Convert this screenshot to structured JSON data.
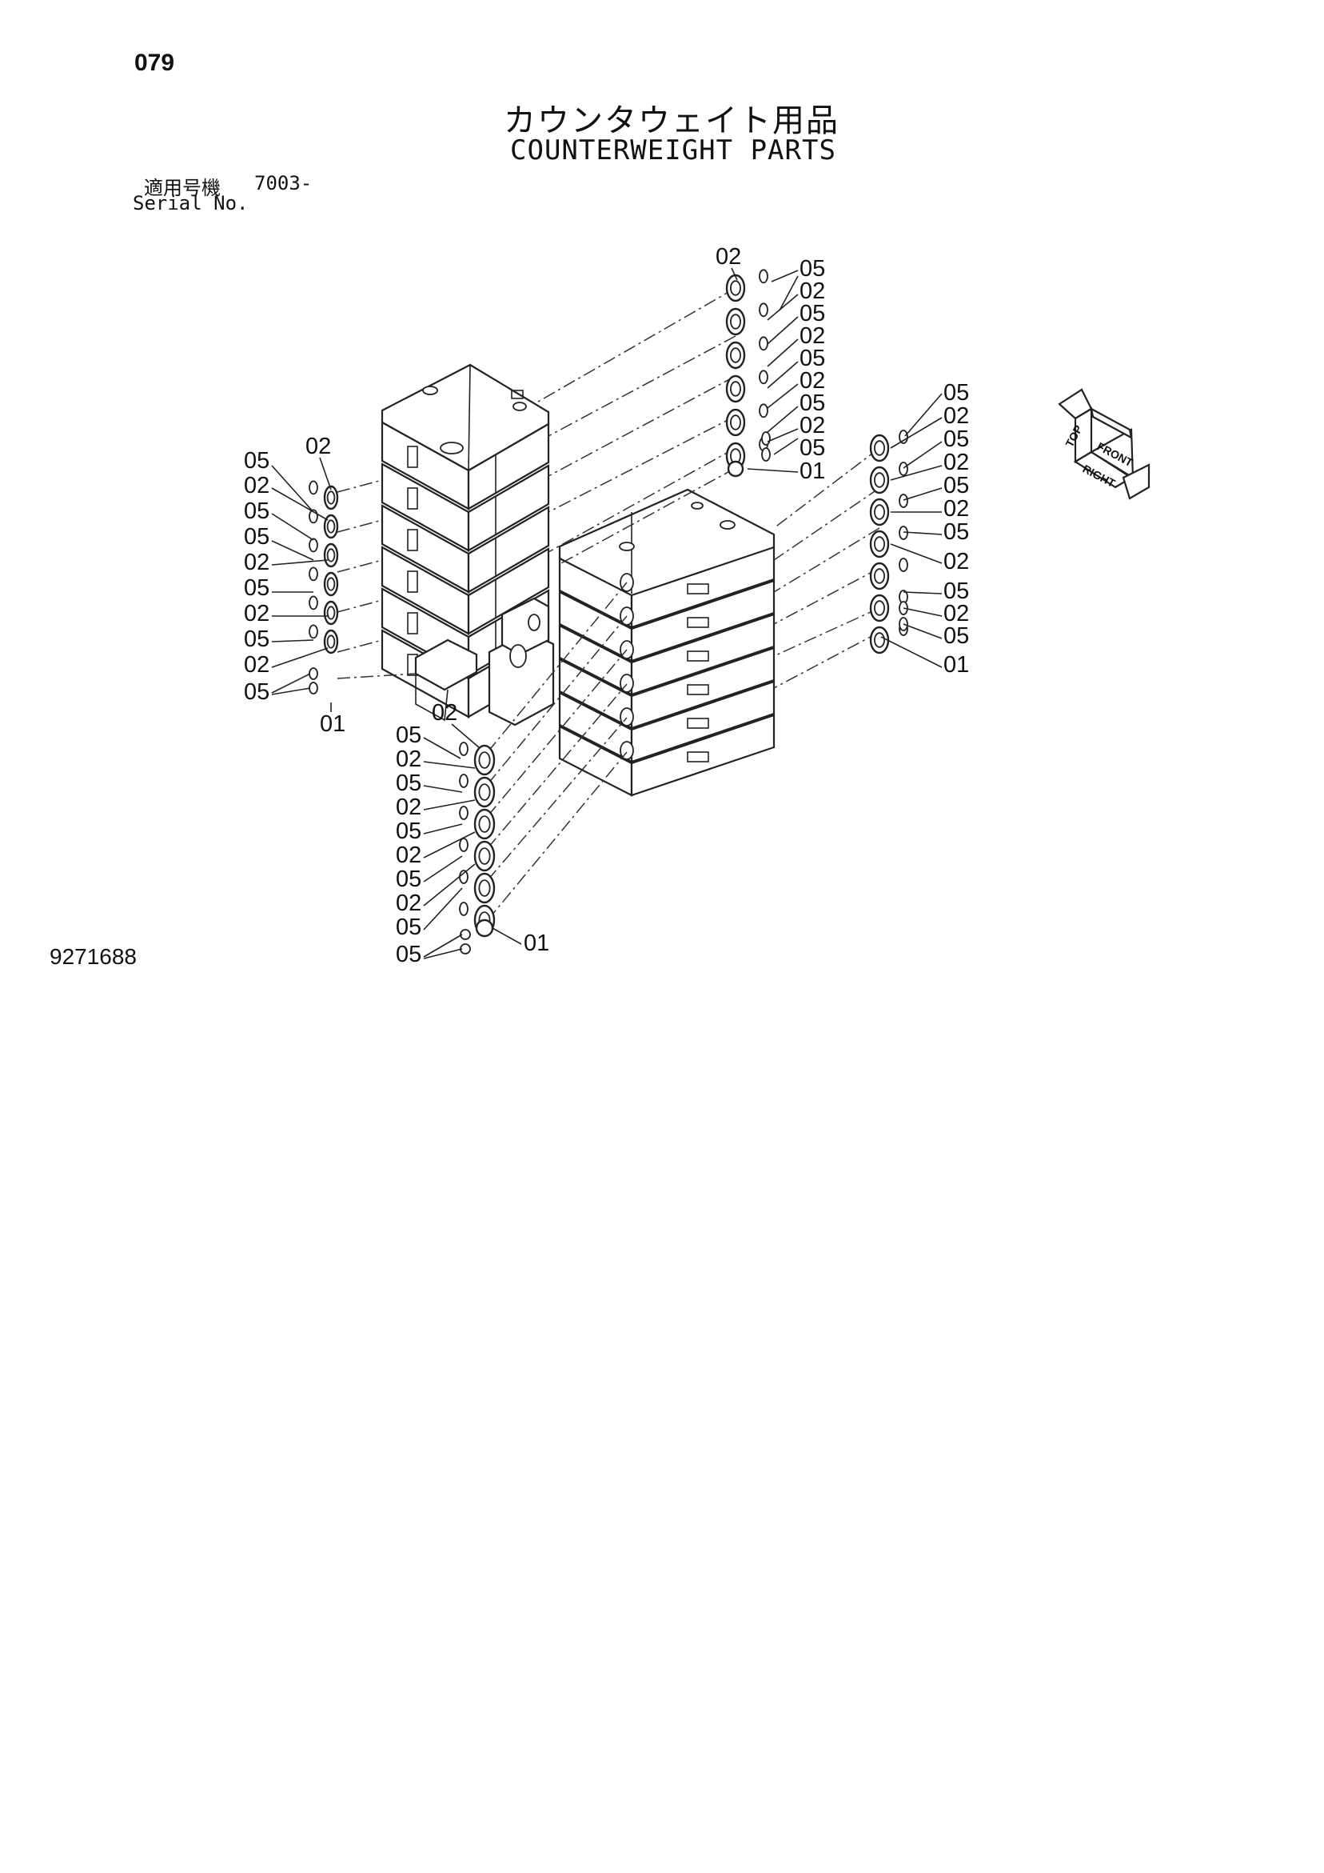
{
  "header": {
    "page_number": "079",
    "title_jp": "カウンタウェイト用品",
    "title_en": "COUNTERWEIGHT PARTS",
    "serial_label_jp": "適用号機",
    "serial_value": "7003-",
    "serial_label_en": "Serial No."
  },
  "footer": {
    "drawing_number": "9271688"
  },
  "callout_groups": {
    "top_center": {
      "top": "02",
      "side": [
        "05",
        "02",
        "05",
        "02",
        "05",
        "02",
        "05",
        "02",
        "05",
        "01"
      ]
    },
    "left": {
      "top": "02",
      "side": [
        "05",
        "02",
        "05",
        "05",
        "02",
        "05",
        "02",
        "05",
        "02",
        "05"
      ],
      "bottom": "01"
    },
    "right": {
      "side": [
        "05",
        "02",
        "05",
        "02",
        "05",
        "02",
        "05",
        "02",
        "05",
        "02",
        "05",
        "01"
      ]
    },
    "bottom_center": {
      "top": "02",
      "side": [
        "05",
        "02",
        "05",
        "02",
        "05",
        "02",
        "05",
        "02",
        "05",
        "05"
      ],
      "end": "01"
    }
  },
  "orientation_icon": {
    "icon": "orientation-cube-icon",
    "labels": [
      "TOP",
      "FRONT",
      "RIGHT"
    ]
  },
  "colors": {
    "ink": "#111111",
    "paper": "#ffffff"
  }
}
